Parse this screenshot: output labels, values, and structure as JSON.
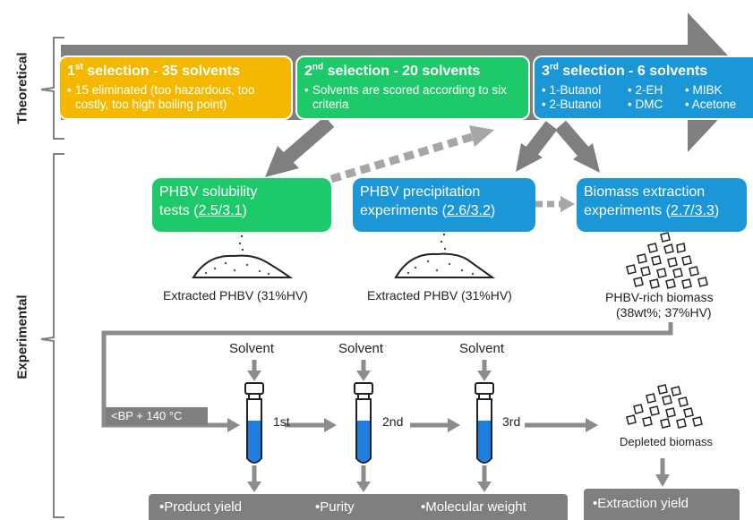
{
  "side_labels": {
    "theoretical": "Theoretical",
    "experimental": "Experimental"
  },
  "selections": [
    {
      "ordinal": "1",
      "sup": "st",
      "title_rest": " selection - 35 solvents",
      "color": "#f5b800",
      "bullets": [
        "15 eliminated (too hazardous, too costly, too high boiling point)"
      ]
    },
    {
      "ordinal": "2",
      "sup": "nd",
      "title_rest": " selection - 20 solvents",
      "color": "#1ec96a",
      "bullets": [
        "Solvents are scored according to six criteria"
      ]
    },
    {
      "ordinal": "3",
      "sup": "rd",
      "title_rest": " selection - 6 solvents",
      "color": "#1b96d6",
      "solvents": [
        "1-Butanol",
        "2-EH",
        "MIBK",
        "2-Butanol",
        "DMC",
        "Acetone"
      ]
    }
  ],
  "experiments": [
    {
      "line1": "PHBV solubility",
      "line2_pre": "tests (",
      "ref": "2.5/3.1",
      "line2_post": ")",
      "color": "#1ec96a"
    },
    {
      "line1": "PHBV precipitation",
      "line2_pre": "experiments (",
      "ref": "2.6/3.2",
      "line2_post": ")",
      "color": "#1b96d6"
    },
    {
      "line1": "Biomass extraction",
      "line2_pre": "experiments (",
      "ref": "2.7/3.3",
      "line2_post": ")",
      "color": "#1b96d6"
    }
  ],
  "materials": {
    "extracted_1": "Extracted PHBV (31%HV)",
    "extracted_2": "Extracted PHBV (31%HV)",
    "biomass_1": "PHBV-rich biomass",
    "biomass_2": "(38wt%; 37%HV)",
    "depleted": "Depleted biomass"
  },
  "process": {
    "temperature": "<BP + 140 °C",
    "solvent_label": "Solvent",
    "steps": [
      "1st",
      "2nd",
      "3rd"
    ]
  },
  "outputs": {
    "left": [
      "Product yield",
      "Purity",
      "Molecular weight"
    ],
    "right": [
      "Extraction yield"
    ]
  },
  "colors": {
    "arrow_gray": "#7f7f7f",
    "yellow": "#f5b800",
    "green": "#1ec96a",
    "blue": "#1b96d6",
    "liquid": "#1f7de0"
  }
}
